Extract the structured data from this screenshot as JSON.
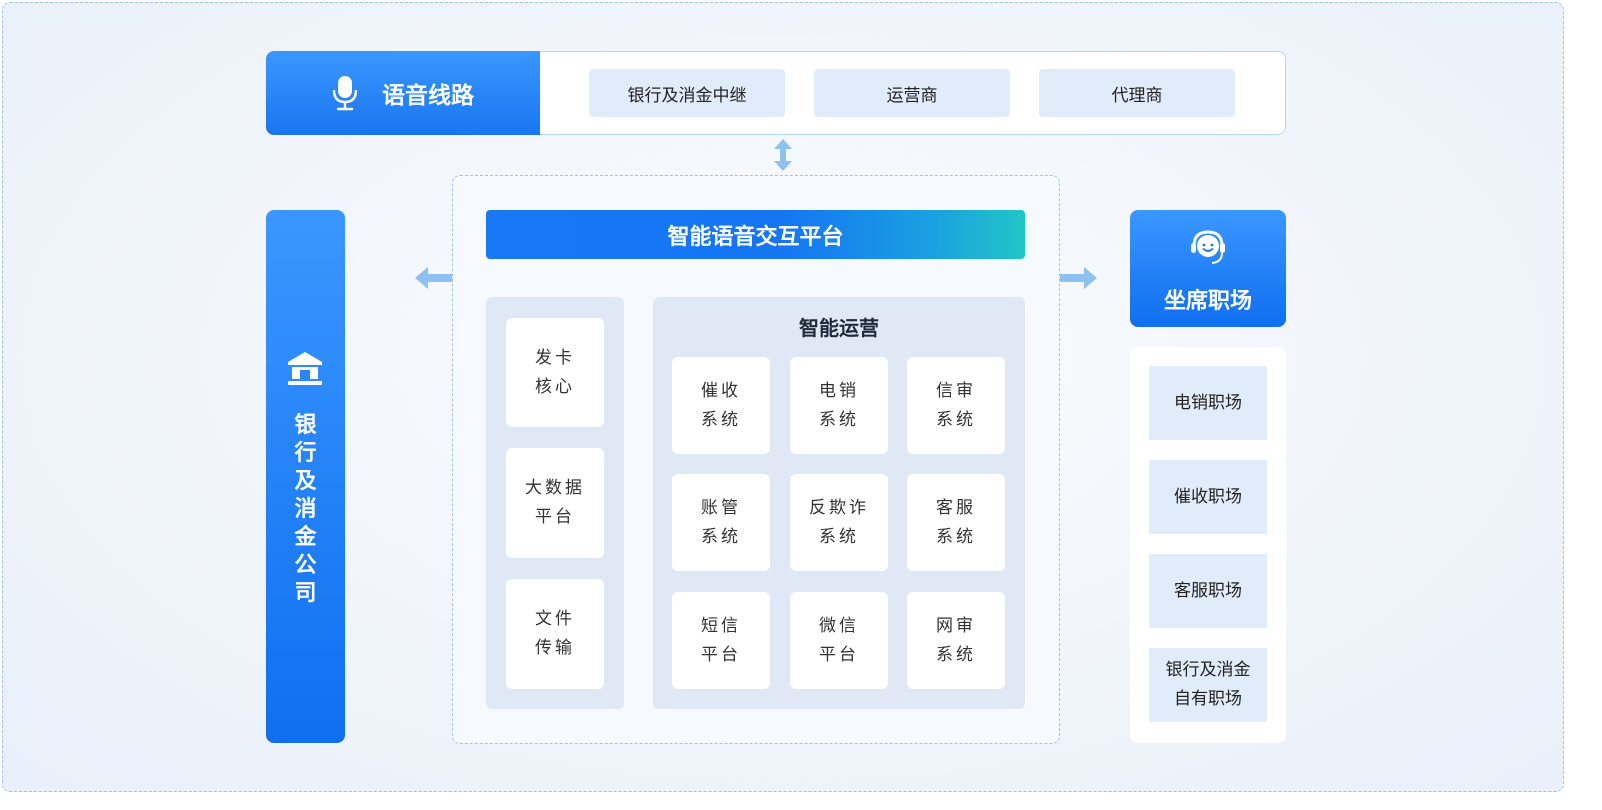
{
  "voice": {
    "title": "语音线路",
    "icon": "microphone-icon",
    "items": [
      "银行及消金中继",
      "运营商",
      "代理商"
    ]
  },
  "bank": {
    "icon": "bank-icon",
    "chars": [
      "银",
      "行",
      "及",
      "消",
      "金",
      "公",
      "司"
    ]
  },
  "platform": {
    "title": "智能语音交互平台",
    "left_cards": [
      {
        "line1": "发卡",
        "line2": "核心"
      },
      {
        "line1": "大数据",
        "line2": "平台"
      },
      {
        "line1": "文件",
        "line2": "传输"
      }
    ],
    "ops": {
      "title": "智能运营",
      "cards": [
        {
          "line1": "催收",
          "line2": "系统"
        },
        {
          "line1": "电销",
          "line2": "系统"
        },
        {
          "line1": "信审",
          "line2": "系统"
        },
        {
          "line1": "账管",
          "line2": "系统"
        },
        {
          "line1": "反欺诈",
          "line2": "系统"
        },
        {
          "line1": "客服",
          "line2": "系统"
        },
        {
          "line1": "短信",
          "line2": "平台"
        },
        {
          "line1": "微信",
          "line2": "平台"
        },
        {
          "line1": "网审",
          "line2": "系统"
        }
      ]
    }
  },
  "seat": {
    "title": "坐席职场",
    "icon": "headset-agent-icon",
    "items": [
      {
        "line1": "电销职场",
        "line2": ""
      },
      {
        "line1": "催收职场",
        "line2": ""
      },
      {
        "line1": "客服职场",
        "line2": ""
      },
      {
        "line1": "银行及消金",
        "line2": "自有职场"
      }
    ]
  },
  "colors": {
    "primary": "#1a76f0",
    "chip_bg": "#e1ecfa",
    "panel_bg": "#dfe8f4",
    "arrow": "#8fc0f2",
    "gradient_end": "#22c5c8"
  }
}
